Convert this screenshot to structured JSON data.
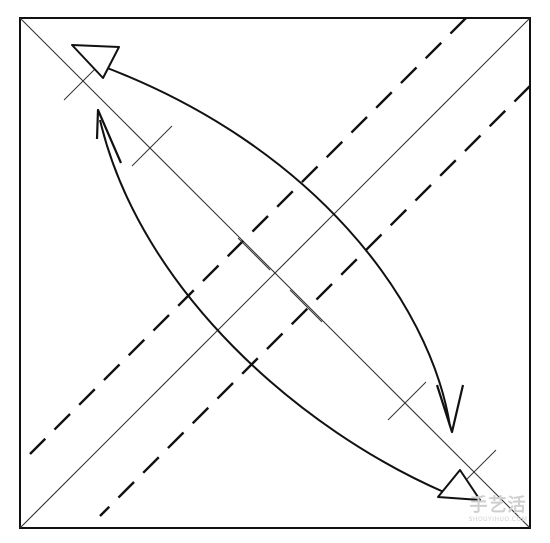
{
  "figure": {
    "kind": "origami fold diagram",
    "colors": {
      "background": "#ffffff",
      "line": "#111111",
      "crease": "#333333",
      "watermark": "#cfcfcf"
    },
    "elements": {
      "paper_square": "square-outline",
      "diagonal_creases": 2,
      "dashed_valley_fold_lines": 2,
      "curved_fold_arrows": 2,
      "arrowheads": [
        "open-triangle",
        "open-triangle",
        "line-arrow",
        "line-arrow"
      ],
      "tick_marks": 6
    }
  },
  "watermark": {
    "text_cn": "手艺活",
    "text_url": "SHOUYIHUO.COM"
  }
}
